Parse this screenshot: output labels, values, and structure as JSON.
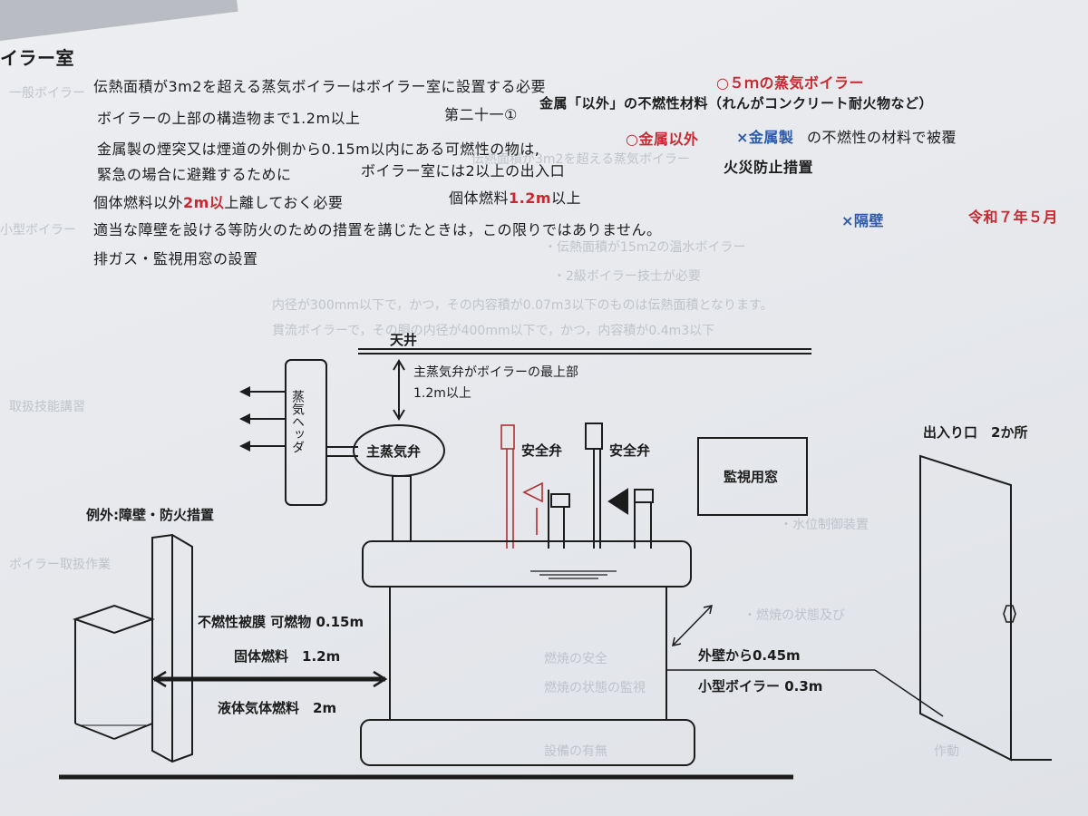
{
  "heading": "イラー室",
  "lines": {
    "l1": "伝熱面積が3m2を超える蒸気ボイラーはボイラー室に設置する必要",
    "l1_note": "○５ｍの蒸気ボイラー",
    "l2": "ボイラーの上部の構造物まで1.2m以上",
    "l2_note": "第二十一①",
    "l2_note_bold": "金属「以外」の不燃性材料（れんがコンクリート耐火物など）",
    "l3": "金属製の煙突又は煙道の外側から0.15m以内にある可燃性の物は,",
    "l3_red": "○金属以外",
    "l3_blue": "×金属製",
    "l3_tail": "の不燃性の材料で被覆",
    "l4": "緊急の場合に避難するために",
    "l4_b": "ボイラー室には2以上の出入口",
    "l4_note": "火災防止措置",
    "l5_a": "個体燃料以外",
    "l5_red": "2m以",
    "l5_b": "上離しておく必要",
    "l5_c": "個体燃料",
    "l5_red2": "1.2m",
    "l5_d": "以上",
    "l6": "適当な障壁を設ける等防火のための措置を講じたときは，この限りではありません。",
    "l6_blue": "×隔壁",
    "l6_date": "令和７年５月",
    "l7": "排ガス・監視用窓の設置"
  },
  "diagram": {
    "ceiling": "天井",
    "top_valve_note": "主蒸気弁がボイラーの最上部",
    "top_clearance": "1.2m以上",
    "steam_header": "蒸気ヘッダ",
    "main_valve": "主蒸気弁",
    "safety_valve_1": "安全弁",
    "safety_valve_2": "安全弁",
    "monitor_window": "監視用窓",
    "exit": "出入り口　2か所",
    "exception": "例外:障壁・防火措置",
    "noncombustible": "不燃性被膜 可燃物 0.15m",
    "solid_fuel": "固体燃料　1.2m",
    "liquid_fuel": "液体気体燃料　2m",
    "outer_wall": "外壁から0.45m",
    "small_boiler": "小型ボイラー 0.3m"
  },
  "colors": {
    "red": "#c8282f",
    "blue": "#2c5aa7",
    "ink": "#1c1c1c",
    "valve_red": "#b03030"
  }
}
